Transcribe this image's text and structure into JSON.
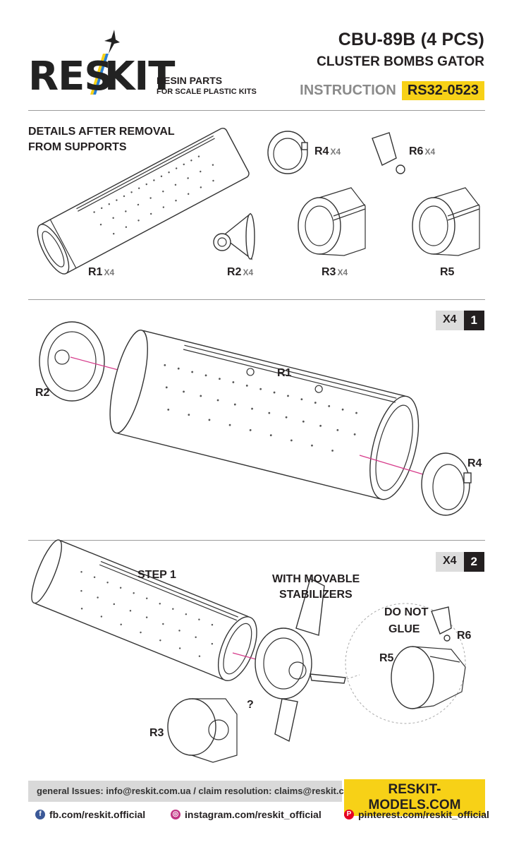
{
  "brand": {
    "logo_text_left": "RES",
    "logo_text_right": "KIT",
    "tagline_1": "RESIN PARTS",
    "tagline_2": "FOR SCALE PLASTIC KITS",
    "colors": {
      "yellow": "#f7d117",
      "blue": "#2a7fd4",
      "dark": "#231f20"
    }
  },
  "header": {
    "title": "CBU-89B (4 PCS)",
    "subtitle": "CLUSTER BOMBS GATOR",
    "instruction_label": "INSTRUCTION",
    "kit_code": "RS32-0523"
  },
  "parts_section": {
    "heading_line1": "DETAILS AFTER REMOVAL",
    "heading_line2": "FROM SUPPORTS",
    "parts": [
      {
        "id": "R1",
        "qty": "X4"
      },
      {
        "id": "R2",
        "qty": "X4"
      },
      {
        "id": "R3",
        "qty": "X4"
      },
      {
        "id": "R4",
        "qty": "X4"
      },
      {
        "id": "R5",
        "qty": ""
      },
      {
        "id": "R6",
        "qty": "X4"
      }
    ]
  },
  "step1": {
    "multiplier": "X4",
    "number": "1",
    "labels": {
      "r1": "R1",
      "r2": "R2",
      "r4": "R4"
    }
  },
  "step2": {
    "multiplier": "X4",
    "number": "2",
    "step_ref": "STEP 1",
    "movable_line1": "WITH MOVABLE",
    "movable_line2": "STABILIZERS",
    "do_not_line1": "DO NOT",
    "do_not_line2": "GLUE",
    "question": "?",
    "labels": {
      "r3": "R3",
      "r5": "R5",
      "r6": "R6"
    }
  },
  "footer": {
    "contact": "general Issues: info@reskit.com.ua / claim resolution: claims@reskit.com.ua",
    "website": "RESKIT-MODELS.COM",
    "facebook": "fb.com/reskit.official",
    "instagram": "instagram.com/reskit_official",
    "pinterest": "pinterest.com/reskit_official",
    "icons": [
      "facebook-icon",
      "instagram-icon",
      "pinterest-icon"
    ]
  }
}
